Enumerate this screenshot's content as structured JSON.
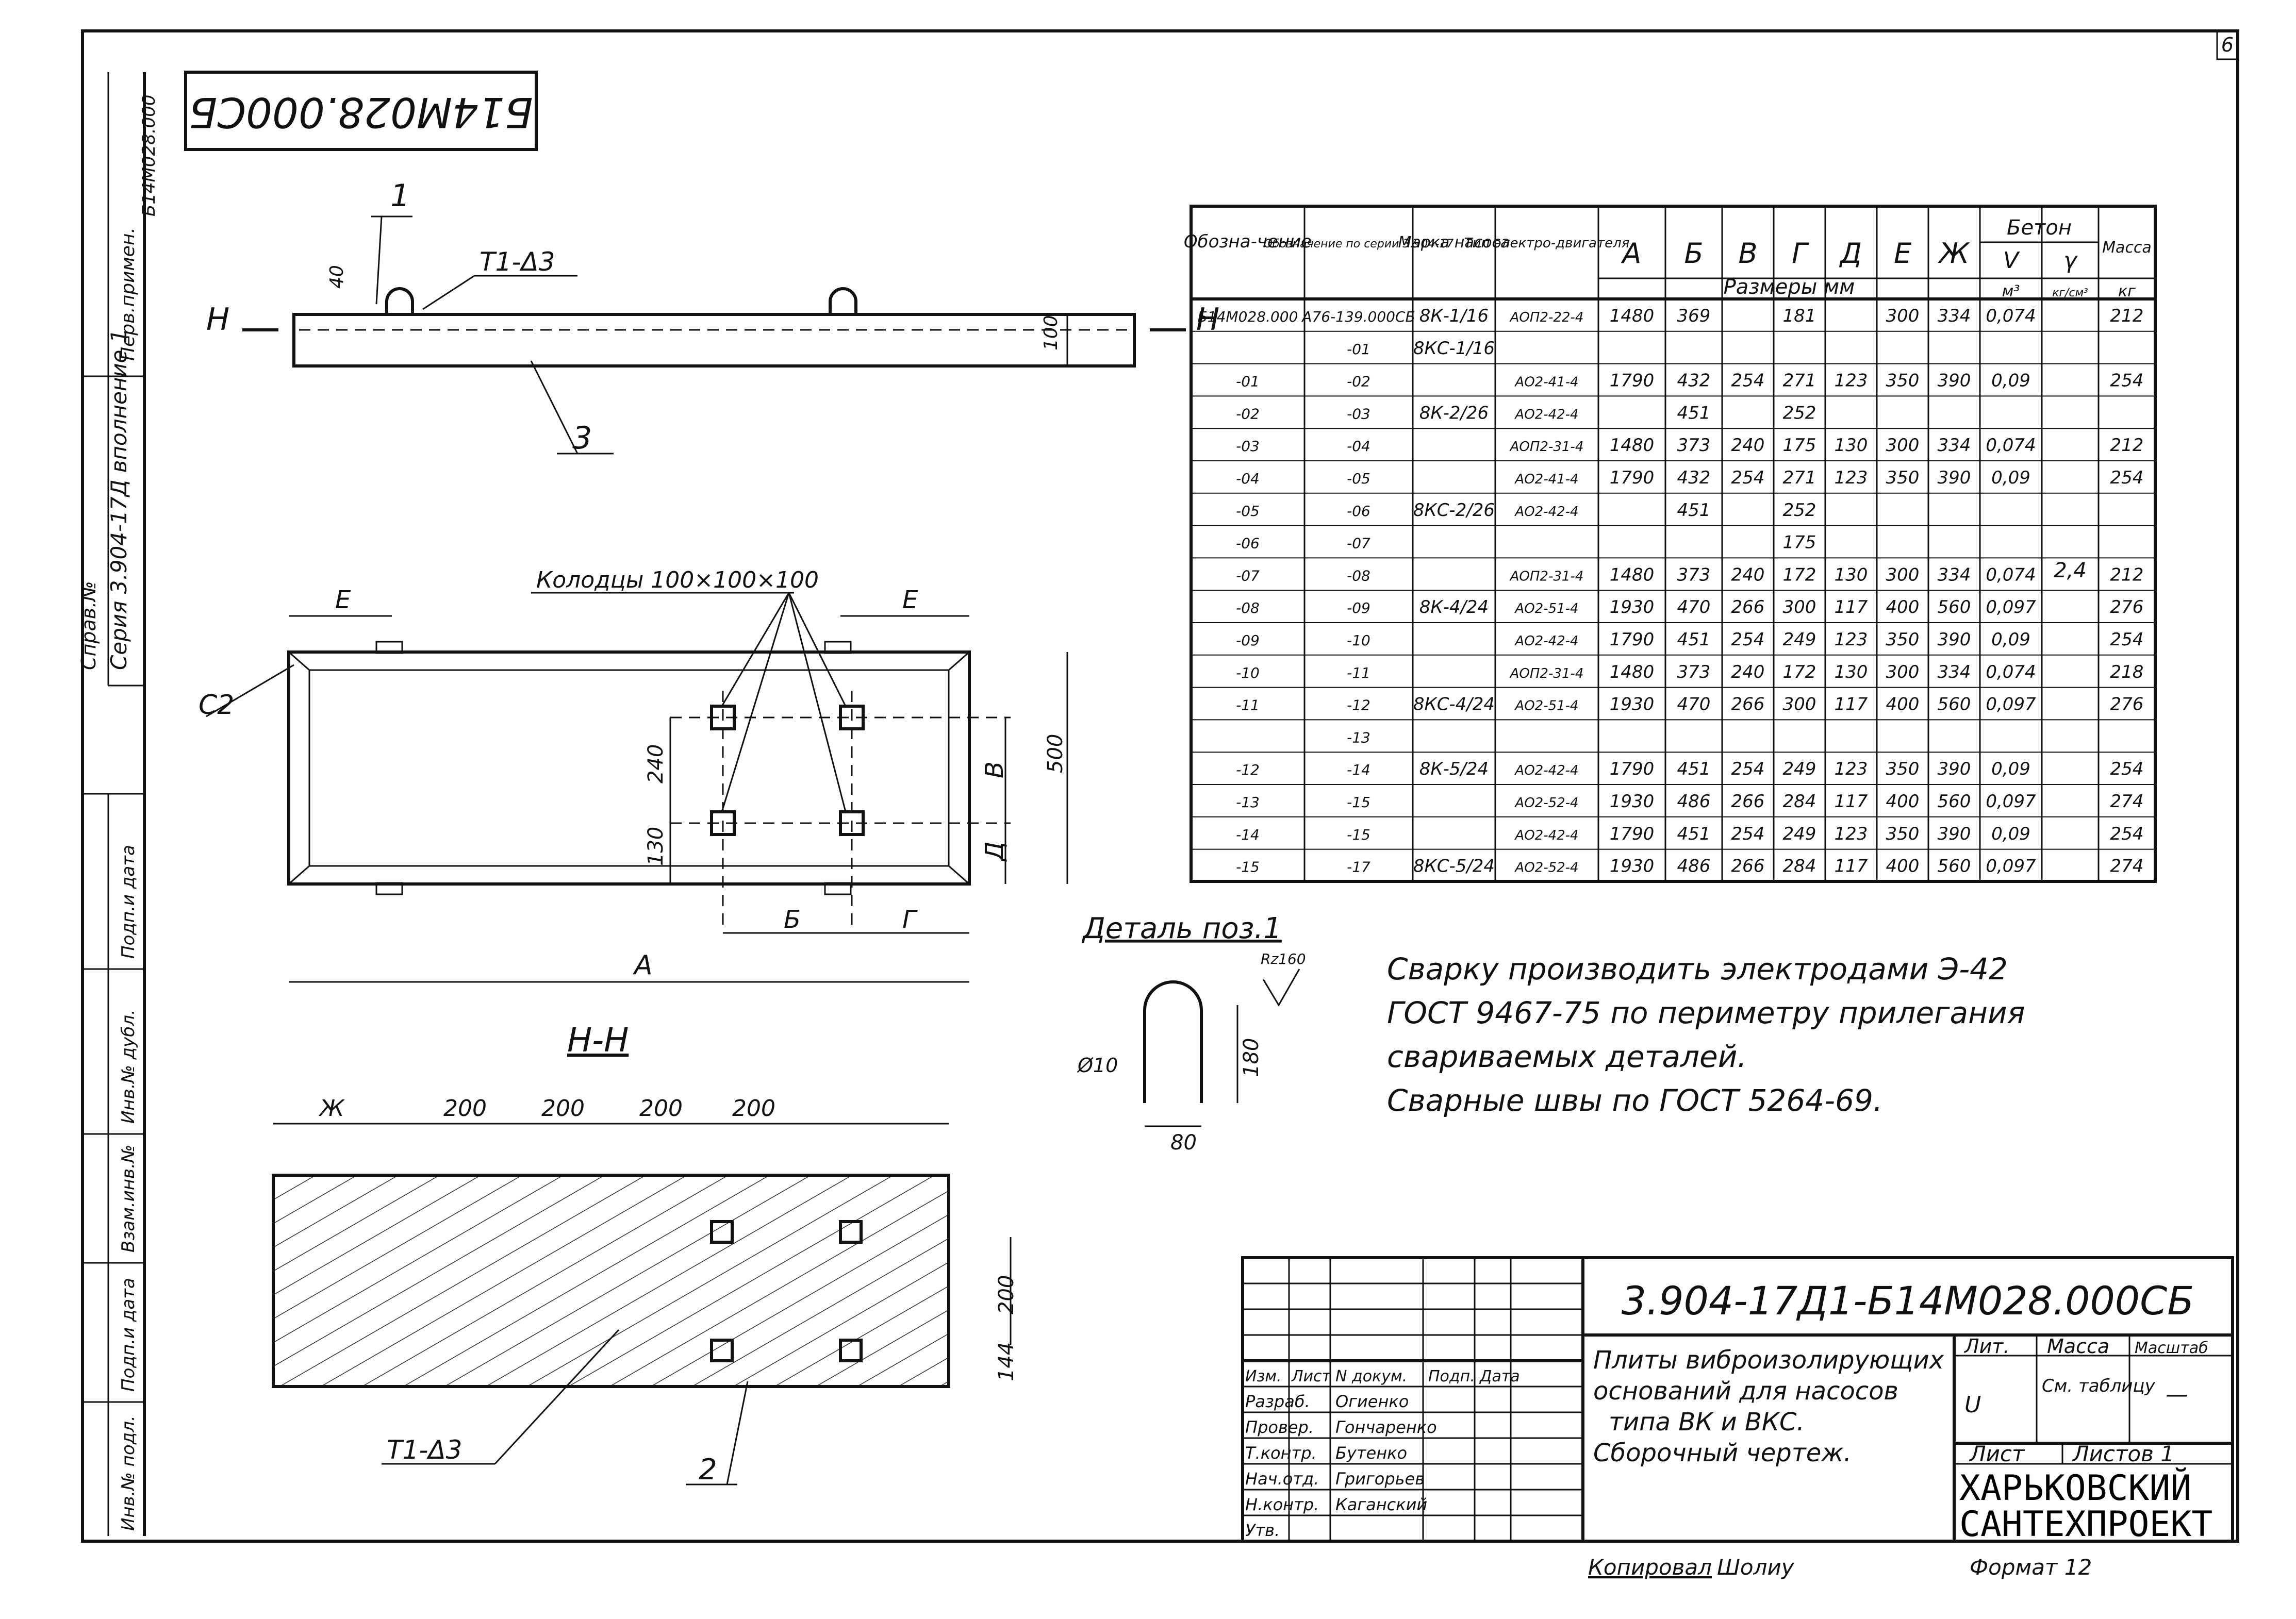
{
  "sheet_number": "6",
  "stamp_code_rotated": "Б14М028.000СБ",
  "left_strip": {
    "series": "Серия 3.904-17Д вполнение 1",
    "perv_primen": "Перв.примен.",
    "code": "Б14М028.000",
    "sprav": "Справ.№",
    "fields": [
      "Подп.и дата",
      "Инв.№ дубл.",
      "Взам.инв.№",
      "Подп.и дата",
      "Инв.№ подл."
    ]
  },
  "side_view": {
    "label_pos1": "1",
    "weld": "Т1-Δ3",
    "dim_40": "40",
    "dim_100": "100",
    "label_pos3": "3",
    "section_mark": "Н"
  },
  "plan_view": {
    "holes_note": "Колодцы 100×100×100",
    "dim_E": "Е",
    "chamfer": "С2",
    "dim_240": "240",
    "dim_130": "130",
    "dim_B": "В",
    "dim_D": "Д",
    "dim_500": "500",
    "dim_Bcyr": "Б",
    "dim_G": "Г",
    "dim_A": "А"
  },
  "section_view": {
    "title": "Н-Н",
    "dims_top": [
      "Ж",
      "200",
      "200",
      "200",
      "200"
    ],
    "dim_200": "200",
    "dim_144": "144",
    "weld": "Т1-Δ3",
    "label_pos2": "2"
  },
  "detail": {
    "title": "Деталь поз.1",
    "rz": "Rz160",
    "dim_d": "Ø10",
    "dim_180": "180",
    "dim_80": "80"
  },
  "notes": [
    "Сварку производить электродами Э-42",
    "ГОСТ 9467-75 по периметру прилегания",
    "свариваемых деталей.",
    "Сварные швы по ГОСТ 5264-69."
  ],
  "table": {
    "headers": [
      "Обозна-чение",
      "Обозначение по серии 3.904-17",
      "Марка насоса",
      "Тип электро-двигателя",
      "А",
      "Б",
      "В",
      "Г",
      "Д",
      "Е",
      "Ж",
      "Бетон",
      "Масса"
    ],
    "sub_header_sizes": "Размеры мм",
    "sub_beton": [
      "V",
      "γ"
    ],
    "units": [
      "м³",
      "кг/см³",
      "кг"
    ],
    "gamma_value": "2,4",
    "rows": [
      [
        "Б14М028.000",
        "А76-139.000СБ",
        "8К-1/16",
        "АОП2-22-4",
        "1480",
        "369",
        "",
        "181",
        "",
        "300",
        "334",
        "0,074",
        "212"
      ],
      [
        "",
        "-01",
        "8КС-1/16",
        "",
        "",
        "",
        "",
        "",
        "",
        "",
        "",
        "",
        ""
      ],
      [
        "-01",
        "-02",
        "",
        "АО2-41-4",
        "1790",
        "432",
        "254",
        "271",
        "123",
        "350",
        "390",
        "0,09",
        "254"
      ],
      [
        "-02",
        "-03",
        "8К-2/26",
        "АО2-42-4",
        "",
        "451",
        "",
        "252",
        "",
        "",
        "",
        "",
        ""
      ],
      [
        "-03",
        "-04",
        "",
        "АОП2-31-4",
        "1480",
        "373",
        "240",
        "175",
        "130",
        "300",
        "334",
        "0,074",
        "212"
      ],
      [
        "-04",
        "-05",
        "",
        "АО2-41-4",
        "1790",
        "432",
        "254",
        "271",
        "123",
        "350",
        "390",
        "0,09",
        "254"
      ],
      [
        "-05",
        "-06",
        "8КС-2/26",
        "АО2-42-4",
        "",
        "451",
        "",
        "252",
        "",
        "",
        "",
        "",
        ""
      ],
      [
        "-06",
        "-07",
        "",
        "",
        "",
        "",
        "",
        "175",
        "",
        "",
        "",
        "",
        ""
      ],
      [
        "-07",
        "-08",
        "",
        "АОП2-31-4",
        "1480",
        "373",
        "240",
        "172",
        "130",
        "300",
        "334",
        "0,074",
        "212"
      ],
      [
        "-08",
        "-09",
        "8К-4/24",
        "АО2-51-4",
        "1930",
        "470",
        "266",
        "300",
        "117",
        "400",
        "560",
        "0,097",
        "276"
      ],
      [
        "-09",
        "-10",
        "",
        "АО2-42-4",
        "1790",
        "451",
        "254",
        "249",
        "123",
        "350",
        "390",
        "0,09",
        "254"
      ],
      [
        "-10",
        "-11",
        "",
        "АОП2-31-4",
        "1480",
        "373",
        "240",
        "172",
        "130",
        "300",
        "334",
        "0,074",
        "218"
      ],
      [
        "-11",
        "-12",
        "8КС-4/24",
        "АО2-51-4",
        "1930",
        "470",
        "266",
        "300",
        "117",
        "400",
        "560",
        "0,097",
        "276"
      ],
      [
        "",
        "-13",
        "",
        "",
        "",
        "",
        "",
        "",
        "",
        "",
        "",
        "",
        ""
      ],
      [
        "-12",
        "-14",
        "8К-5/24",
        "АО2-42-4",
        "1790",
        "451",
        "254",
        "249",
        "123",
        "350",
        "390",
        "0,09",
        "254"
      ],
      [
        "-13",
        "-15",
        "",
        "АО2-52-4",
        "1930",
        "486",
        "266",
        "284",
        "117",
        "400",
        "560",
        "0,097",
        "274"
      ],
      [
        "-14",
        "-15",
        "",
        "АО2-42-4",
        "1790",
        "451",
        "254",
        "249",
        "123",
        "350",
        "390",
        "0,09",
        "254"
      ],
      [
        "-15",
        "-17",
        "8КС-5/24",
        "АО2-52-4",
        "1930",
        "486",
        "266",
        "284",
        "117",
        "400",
        "560",
        "0,097",
        "274"
      ]
    ]
  },
  "title_block": {
    "doc_code": "3.904-17Д1-Б14М028.000СБ",
    "title": [
      "Плиты виброизолирующих",
      "оснований для насосов",
      "типа ВК и ВКС.",
      "Сборочный чертеж."
    ],
    "col_headers": [
      "Изм.",
      "Лист",
      "N докум.",
      "Подп.",
      "Дата"
    ],
    "roles": [
      "Разраб.",
      "Провер.",
      "Т.контр.",
      "Нач.отд.",
      "Н.контр.",
      "Утв."
    ],
    "names": [
      "Огиенко",
      "Гончаренко",
      "Бутенко",
      "Григорьев",
      "Каганский",
      ""
    ],
    "lit_label": "Лит.",
    "mass_label": "Масса",
    "scale_label": "Масштаб",
    "lit_value": "U",
    "mass_value": "См. таблицу",
    "scale_value": "—",
    "sheet_label": "Лист",
    "sheets_label": "Листов 1",
    "org": [
      "ХАРЬКОВСКИЙ",
      "САНТЕХПРОЕКТ"
    ],
    "copied": "Копировал",
    "copier": "Шолиу",
    "format": "Формат 12"
  }
}
